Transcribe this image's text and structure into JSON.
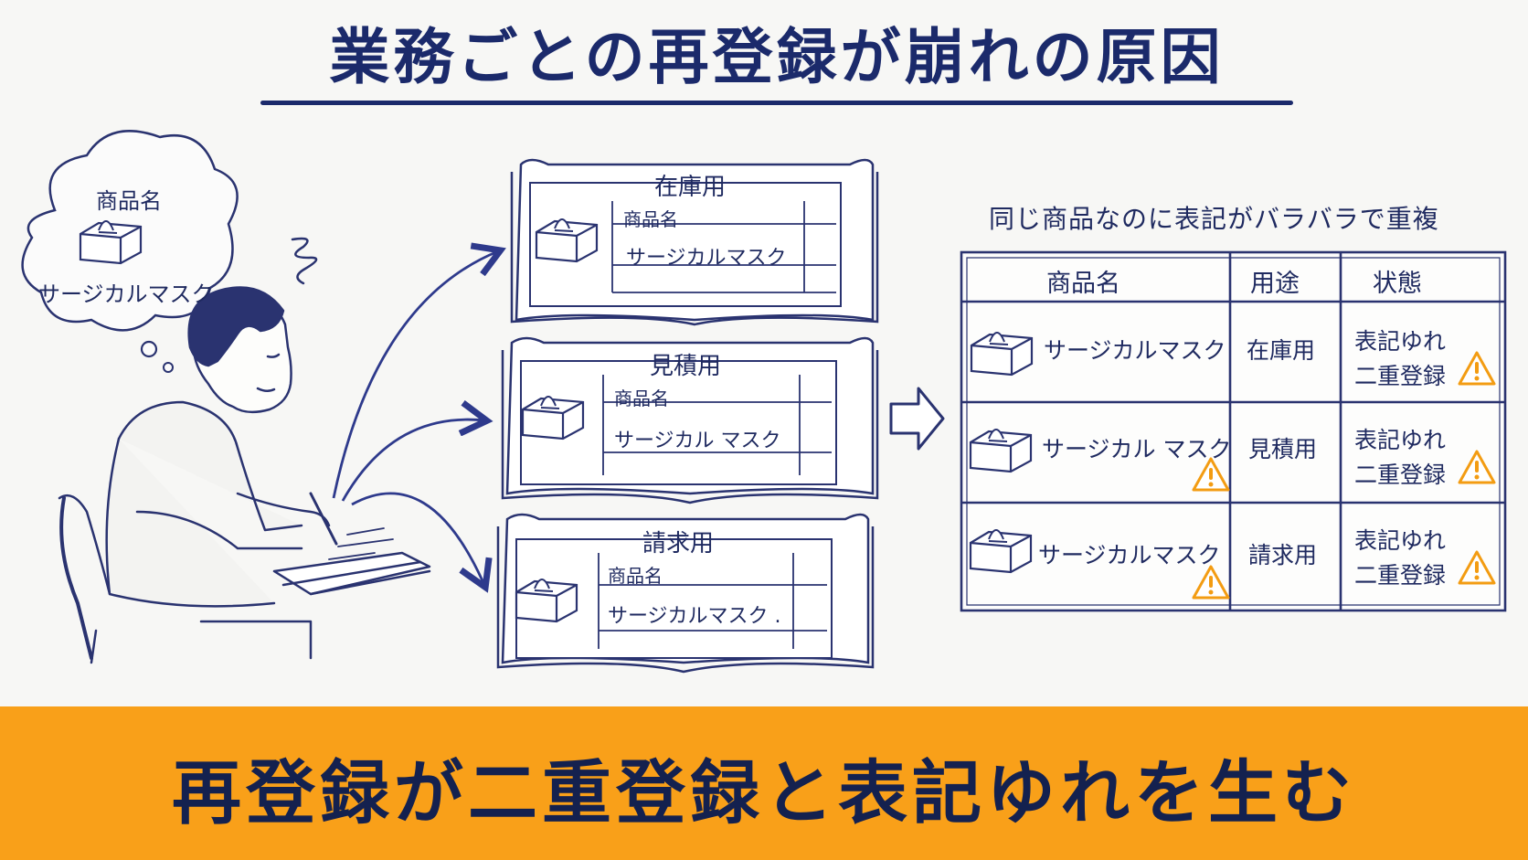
{
  "title": "業務ごとの再登録が崩れの原因",
  "thought_bubble": {
    "field_label": "商品名",
    "product": "サージカルマスク"
  },
  "books": [
    {
      "title": "在庫用",
      "field": "商品名",
      "value": "サージカルマスク"
    },
    {
      "title": "見積用",
      "field": "商品名",
      "value": "サージカル マスク"
    },
    {
      "title": "請求用",
      "field": "商品名",
      "value": "サージカルマスク ."
    }
  ],
  "table": {
    "caption": "同じ商品なのに表記がバラバラで重複",
    "headers": [
      "商品名",
      "用途",
      "状態"
    ],
    "rows": [
      {
        "name": "サージカルマスク",
        "use": "在庫用",
        "status1": "表記ゆれ",
        "status2": "二重登録"
      },
      {
        "name": "サージカル マスク",
        "use": "見積用",
        "status1": "表記ゆれ",
        "status2": "二重登録"
      },
      {
        "name": "サージカルマスク",
        "use": "請求用",
        "status1": "表記ゆれ",
        "status2": "二重登録"
      }
    ]
  },
  "banner": "再登録が二重登録と表記ゆれを生む",
  "colors": {
    "ink": "#1f2a60",
    "banner": "#f9a019",
    "warning": "#f39c12",
    "background": "#f7f7f5"
  }
}
